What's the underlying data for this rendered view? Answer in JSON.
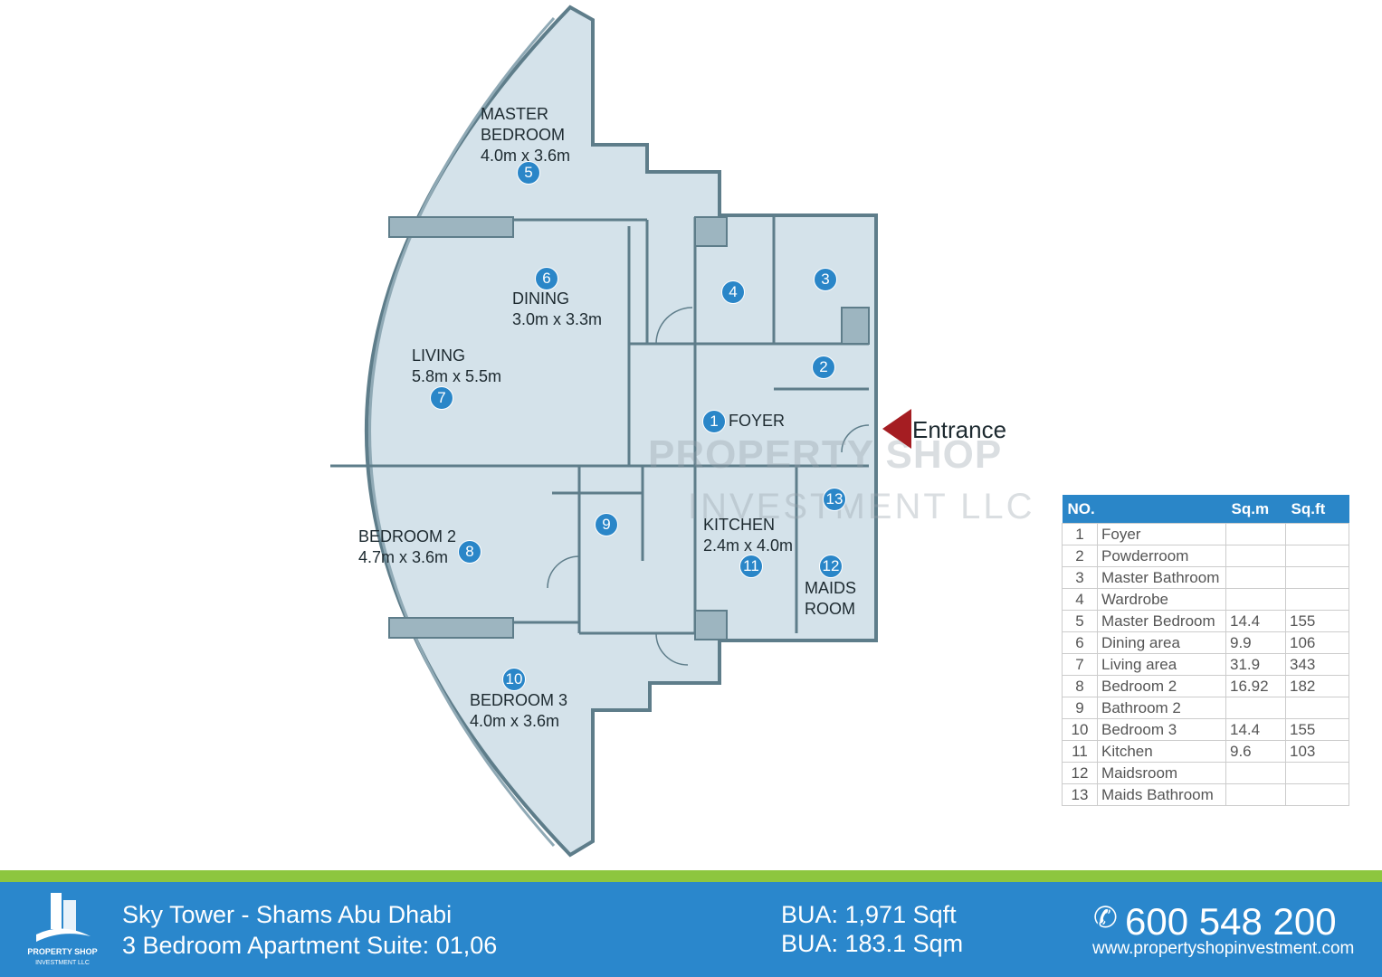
{
  "rooms": {
    "master_bedroom": {
      "name1": "MASTER",
      "name2": "BEDROOM",
      "size": "4.0m x 3.6m",
      "no": "5"
    },
    "dining": {
      "name": "DINING",
      "size": "3.0m x 3.3m",
      "no": "6"
    },
    "living": {
      "name": "LIVING",
      "size": "5.8m x 5.5m",
      "no": "7"
    },
    "bedroom2": {
      "name": "BEDROOM 2",
      "size": "4.7m x 3.6m",
      "no": "8"
    },
    "bedroom3": {
      "name": "BEDROOM 3",
      "size": "4.0m x 3.6m",
      "no": "10"
    },
    "kitchen": {
      "name": "KITCHEN",
      "size": "2.4m x 4.0m",
      "no": "11"
    },
    "maids": {
      "name1": "MAIDS",
      "name2": "ROOM",
      "no": "12"
    },
    "foyer": {
      "name": "FOYER",
      "no": "1"
    },
    "powder_no": "2",
    "master_bath_no": "3",
    "wardrobe_no": "4",
    "bath2_no": "9",
    "maids_bath_no": "13"
  },
  "entrance_label": "Entrance",
  "watermark": {
    "line1": "PROPERTY SHOP",
    "line2": "INVESTMENT LLC"
  },
  "table": {
    "headers": [
      "NO.",
      "Sq.m",
      "Sq.ft"
    ],
    "rows": [
      {
        "no": "1",
        "name": "Foyer",
        "sqm": "",
        "sqft": ""
      },
      {
        "no": "2",
        "name": "Powderroom",
        "sqm": "",
        "sqft": ""
      },
      {
        "no": "3",
        "name": "Master Bathroom",
        "sqm": "",
        "sqft": ""
      },
      {
        "no": "4",
        "name": "Wardrobe",
        "sqm": "",
        "sqft": ""
      },
      {
        "no": "5",
        "name": "Master Bedroom",
        "sqm": "14.4",
        "sqft": "155"
      },
      {
        "no": "6",
        "name": "Dining area",
        "sqm": "9.9",
        "sqft": "106"
      },
      {
        "no": "7",
        "name": "Living area",
        "sqm": "31.9",
        "sqft": "343"
      },
      {
        "no": "8",
        "name": "Bedroom 2",
        "sqm": "16.92",
        "sqft": "182"
      },
      {
        "no": "9",
        "name": "Bathroom 2",
        "sqm": "",
        "sqft": ""
      },
      {
        "no": "10",
        "name": "Bedroom 3",
        "sqm": "14.4",
        "sqft": "155"
      },
      {
        "no": "11",
        "name": "Kitchen",
        "sqm": "9.6",
        "sqft": "103"
      },
      {
        "no": "12",
        "name": "Maidsroom",
        "sqm": "",
        "sqft": ""
      },
      {
        "no": "13",
        "name": "Maids Bathroom",
        "sqm": "",
        "sqft": ""
      }
    ]
  },
  "footer": {
    "logo_line1": "PROPERTY SHOP",
    "logo_line2": "INVESTMENT LLC",
    "title": "Sky Tower - Shams Abu Dhabi",
    "subtitle": "3 Bedroom Apartment Suite: 01,06",
    "bua_sqft": "BUA: 1,971 Sqft",
    "bua_sqm": "BUA: 183.1 Sqm",
    "phone": "600 548 200",
    "website": "www.propertyshopinvestment.com"
  },
  "colors": {
    "accent": "#2a86c8",
    "green": "#8dc63f",
    "arrow": "#a51d22",
    "floor": "#d4e2ea",
    "wall": "#5e7d8a"
  }
}
